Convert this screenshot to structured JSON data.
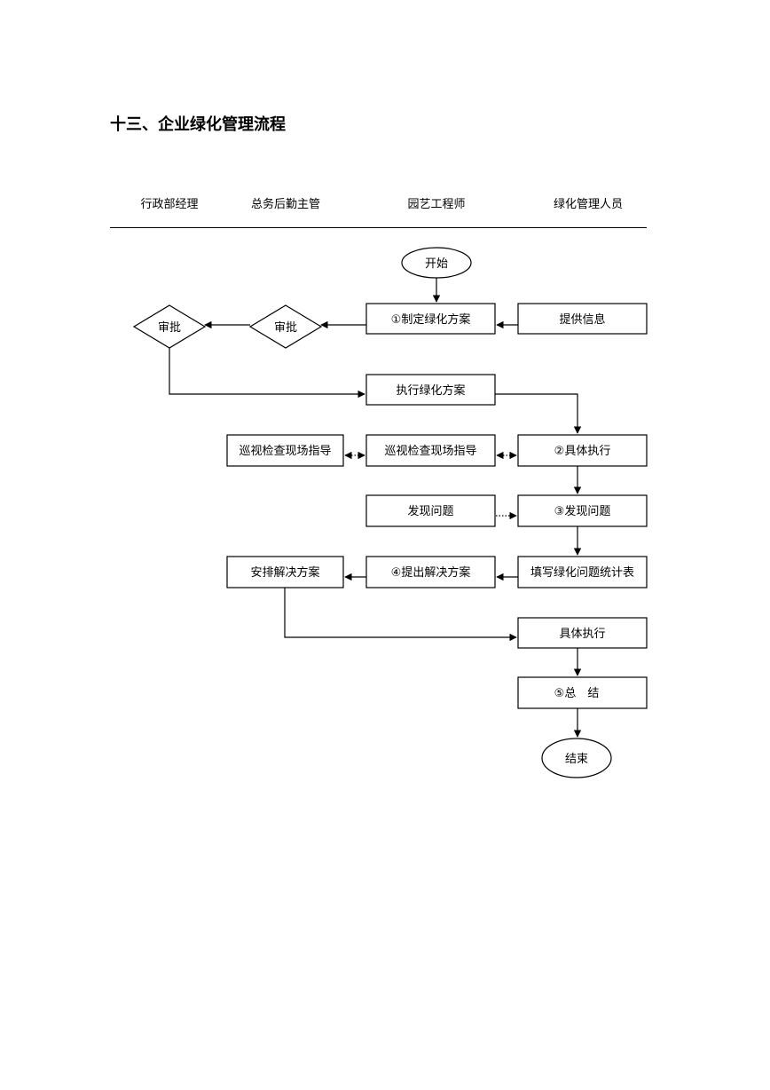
{
  "title": "十三、企业绿化管理流程",
  "lanes": [
    "行政部经理",
    "总务后勤主管",
    "园艺工程师",
    "绿化管理人员"
  ],
  "nodes": {
    "start": "开始",
    "make_plan": "①制定绿化方案",
    "provide_info": "提供信息",
    "approve_a": "审批",
    "approve_b": "审批",
    "exec_plan": "执行绿化方案",
    "exec_specific": "②具体执行",
    "patrol_a": "巡视检查现场指导",
    "patrol_b": "巡视检查现场指导",
    "find_a": "发现问题",
    "find_b": "③发现问题",
    "fill_form": "填写绿化问题统计表",
    "propose": "④提出解决方案",
    "arrange": "安排解决方案",
    "exec2": "具体执行",
    "summary": "⑤总　结",
    "end": "结束"
  }
}
